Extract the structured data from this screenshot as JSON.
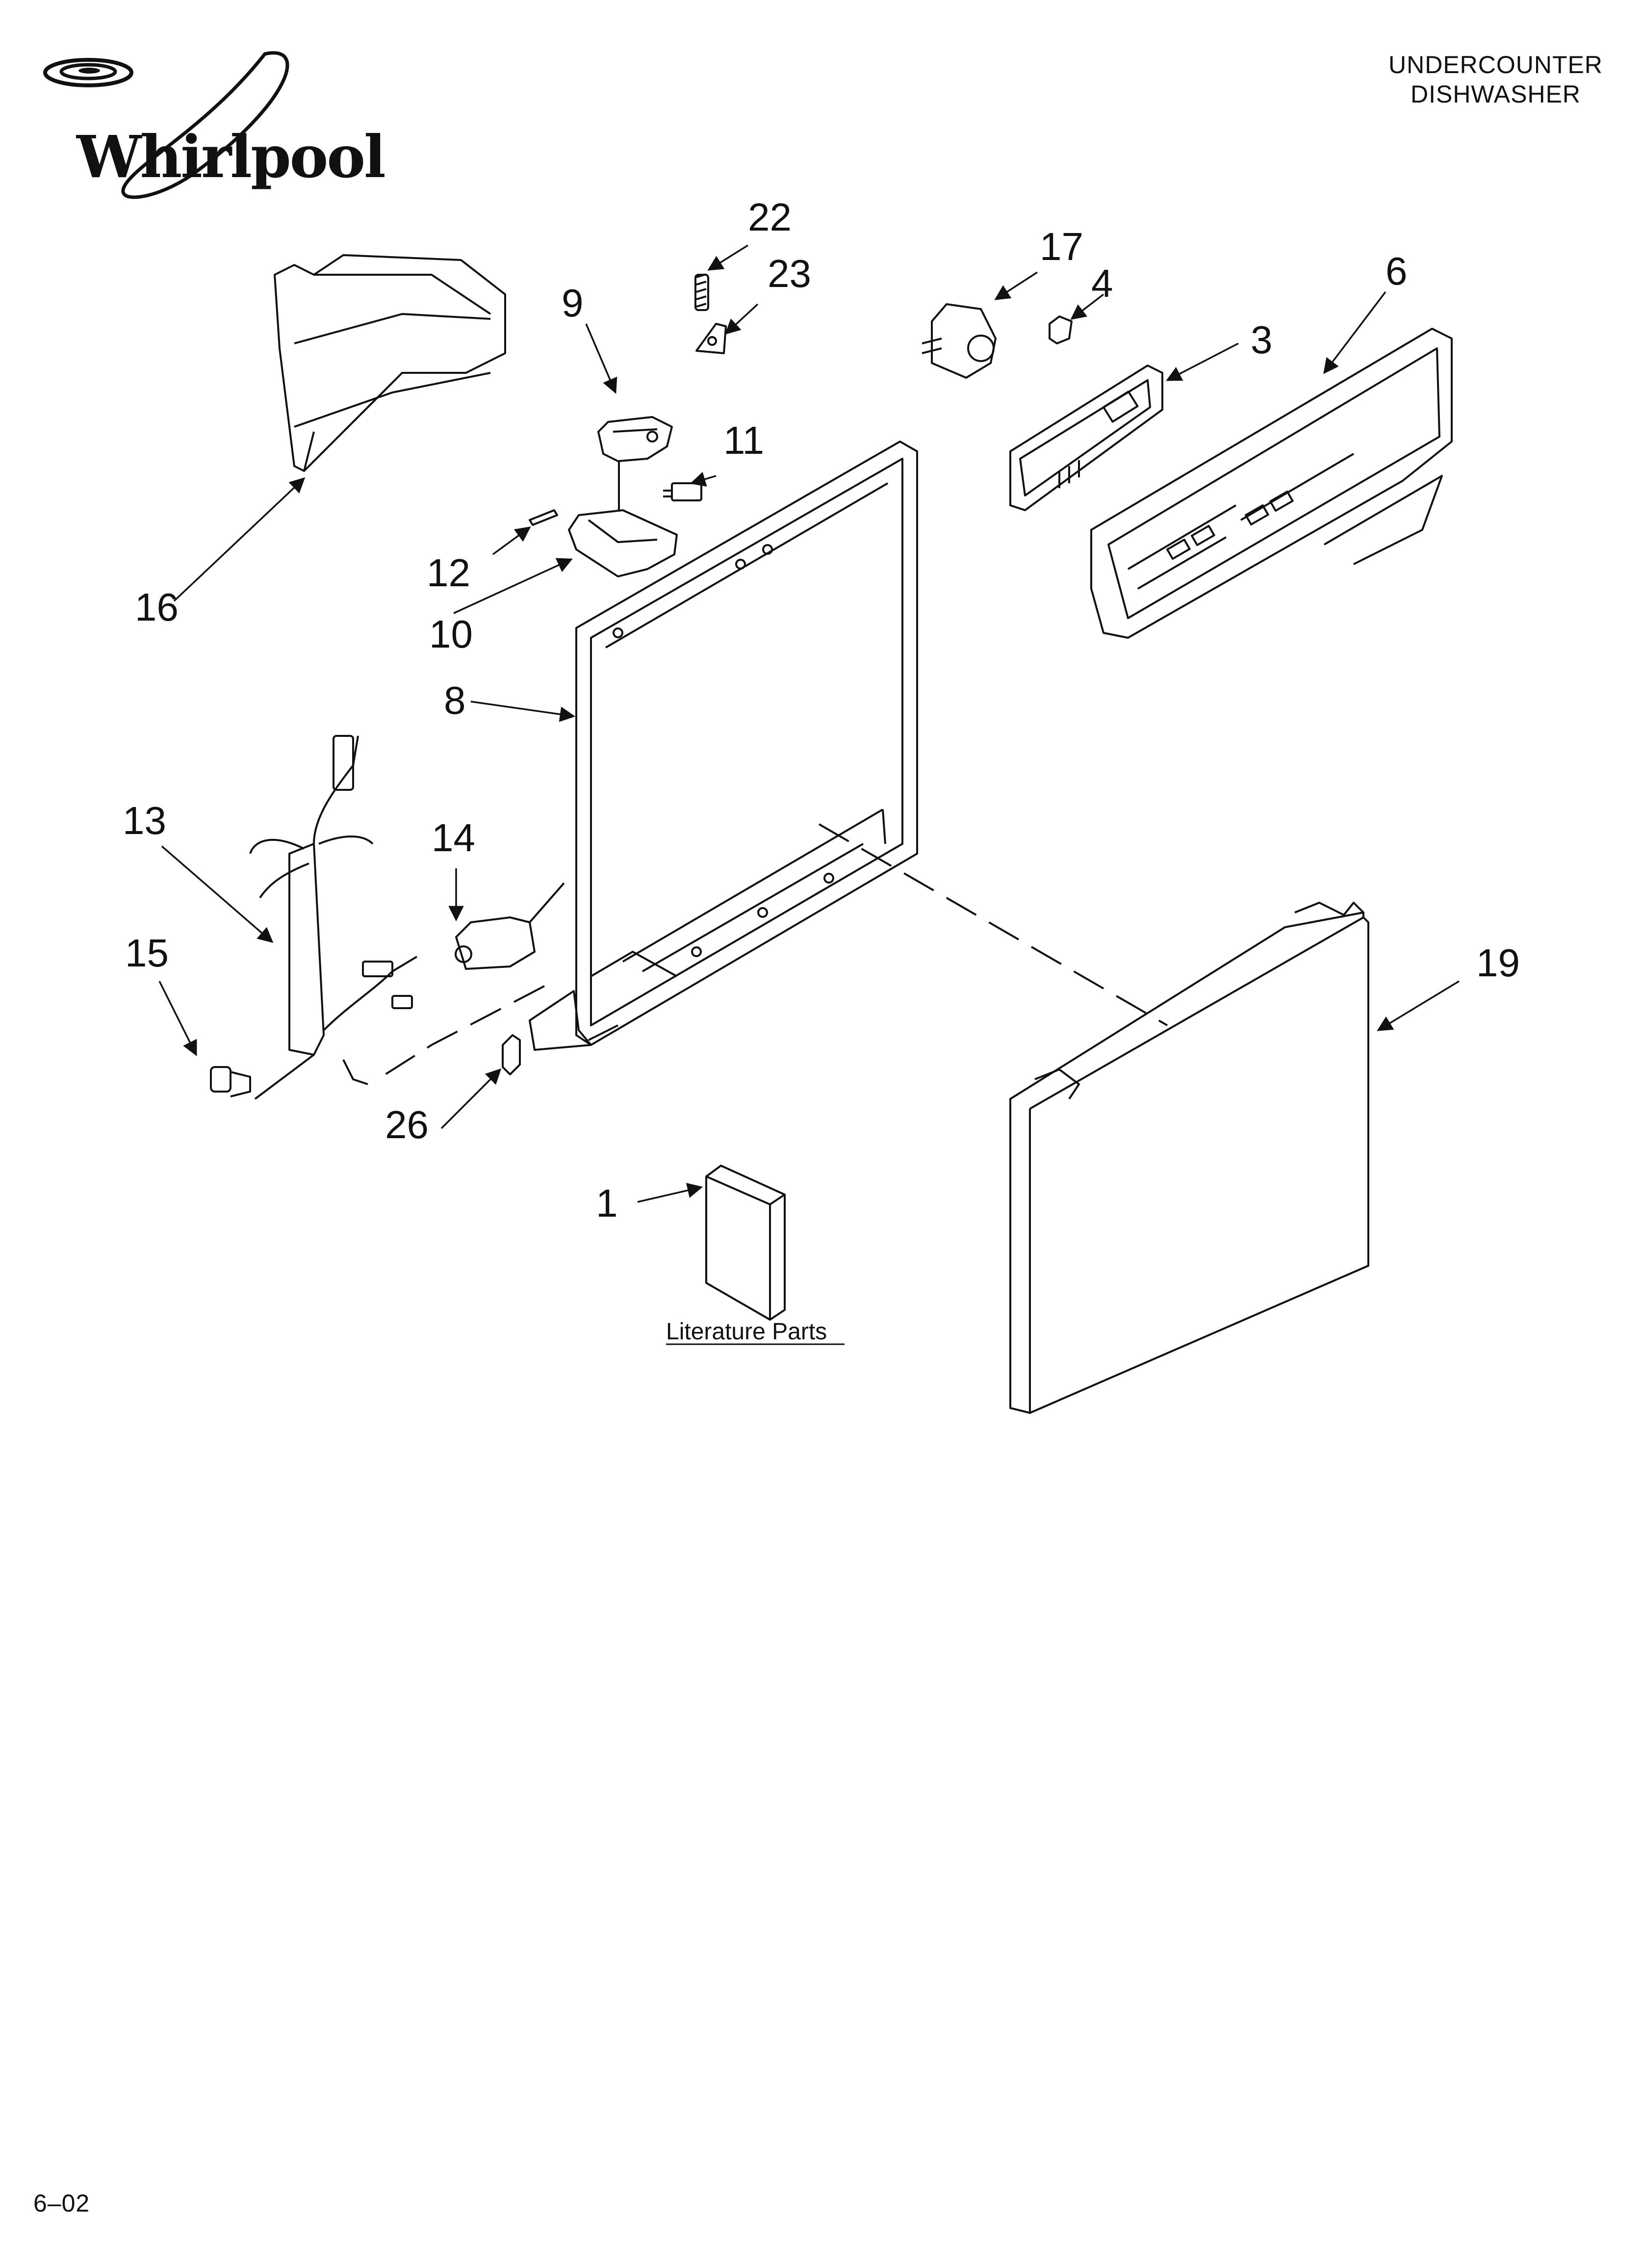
{
  "brand": {
    "name": "Whirlpool"
  },
  "header": {
    "title_line1": "UNDERCOUNTER",
    "title_line2": "DISHWASHER"
  },
  "callouts": {
    "c1": "1",
    "c3": "3",
    "c4": "4",
    "c6": "6",
    "c8": "8",
    "c9": "9",
    "c10": "10",
    "c11": "11",
    "c12": "12",
    "c13": "13",
    "c14": "14",
    "c15": "15",
    "c16": "16",
    "c17": "17",
    "c19": "19",
    "c22": "22",
    "c23": "23",
    "c26": "26"
  },
  "literature_label": "Literature Parts",
  "footer": {
    "code": "6–02"
  }
}
